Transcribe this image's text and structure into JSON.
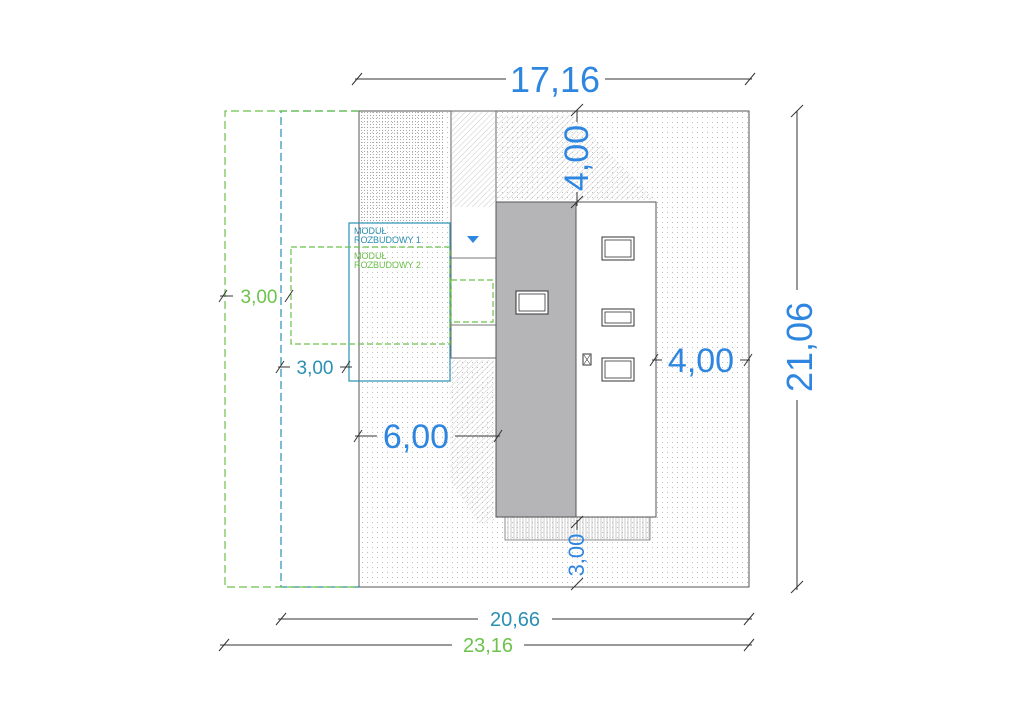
{
  "dimensions": {
    "top_width": "17,16",
    "right_height": "21,06",
    "module_top": "4,00",
    "module_right": "4,00",
    "module_left": "6,00",
    "module_bottom": "3,00",
    "module1_depth": "3,00",
    "module2_depth": "3,00",
    "width_with_module1": "20,66",
    "width_with_module2": "23,16"
  },
  "modules": {
    "module1_line1": "MODUŁ",
    "module1_line2": "ROZBUDOWY 1",
    "module2_line1": "MODUŁ",
    "module2_line2": "ROZBUDOWY 2"
  },
  "colors": {
    "blue": "#2f86e0",
    "teal": "#2a8fb3",
    "green": "#6cc24a",
    "roof_dark": "#b5b5b8",
    "outline": "#555555"
  }
}
